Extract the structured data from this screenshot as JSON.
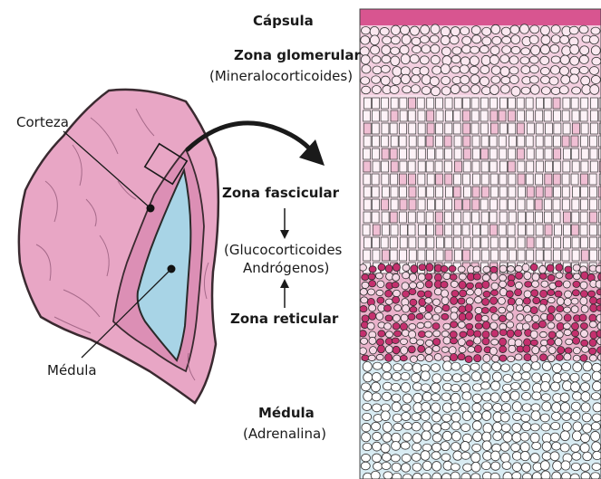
{
  "left_labels": {
    "cortex": "Corteza",
    "medulla": "Médula"
  },
  "zones": {
    "capsule": "Cápsula",
    "glomerular": {
      "name": "Zona glomerular",
      "hormone": "(Mineralocorticoides)"
    },
    "fascicular": {
      "name": "Zona fascicular"
    },
    "fascicular_hormones": {
      "line1": "(Glucocorticoides",
      "line2": "Andrógenos)"
    },
    "reticular": {
      "name": "Zona reticular"
    },
    "medulla": {
      "name": "Médula",
      "hormone": "(Adrenalina)"
    }
  },
  "colors": {
    "gland_pink": "#e8a6c5",
    "gland_outline": "#3a2a30",
    "medulla_blue": "#a8d4e6",
    "tissue_pink": "#f3cfe0",
    "tissue_magenta": "#c4306e",
    "tissue_blue": "#d9ecf3"
  }
}
